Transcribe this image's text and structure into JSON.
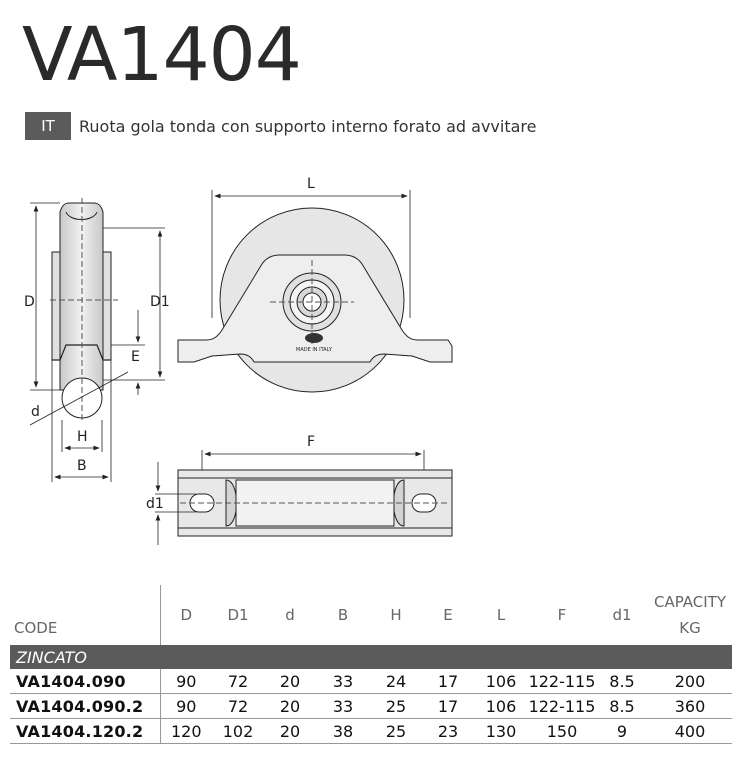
{
  "title": "VA1404",
  "language": {
    "code": "IT",
    "description": "Ruota gola tonda con supporto interno forato ad avvitare"
  },
  "drawing_labels": {
    "L": "L",
    "D": "D",
    "D1": "D1",
    "E": "E",
    "d": "d",
    "H": "H",
    "B": "B",
    "F": "F",
    "d1": "d1",
    "stamp": "MADE IN ITALY"
  },
  "table": {
    "headers": {
      "code": "CODE",
      "D": "D",
      "D1": "D1",
      "d": "d",
      "B": "B",
      "H": "H",
      "E": "E",
      "L": "L",
      "F": "F",
      "d1": "d1",
      "capacity_line1": "CAPACITY",
      "capacity_line2": "KG"
    },
    "category": "ZINCATO",
    "rows": [
      {
        "code": "VA1404.090",
        "D": "90",
        "D1": "72",
        "d": "20",
        "B": "33",
        "H": "24",
        "E": "17",
        "L": "106",
        "F": "122-115",
        "d1": "8.5",
        "kg": "200"
      },
      {
        "code": "VA1404.090.2",
        "D": "90",
        "D1": "72",
        "d": "20",
        "B": "33",
        "H": "25",
        "E": "17",
        "L": "106",
        "F": "122-115",
        "d1": "8.5",
        "kg": "360"
      },
      {
        "code": "VA1404.120.2",
        "D": "120",
        "D1": "102",
        "d": "20",
        "B": "38",
        "H": "25",
        "E": "23",
        "L": "130",
        "F": "150",
        "d1": "9",
        "kg": "400"
      }
    ]
  }
}
